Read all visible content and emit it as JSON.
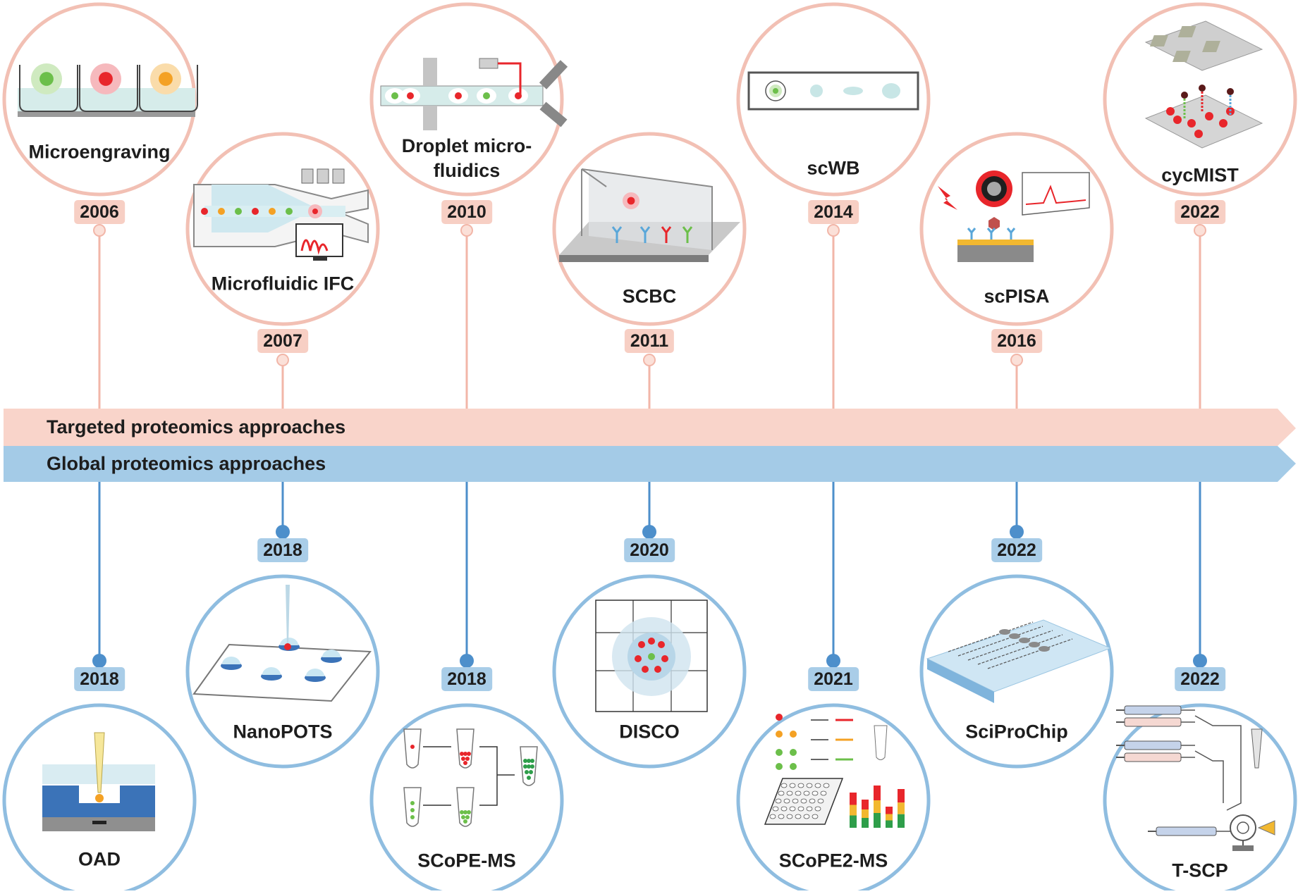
{
  "bands": {
    "targeted_label": "Targeted proteomics approaches",
    "global_label": "Global proteomics approaches",
    "targeted_color": "#f9d4ca",
    "global_color": "#a4cbe7"
  },
  "colors": {
    "targeted_ring": "#f2c0b4",
    "global_ring": "#8fbde0",
    "targeted_line": "#f2b6a8",
    "global_line": "#4d8fcb"
  },
  "targeted": [
    {
      "label": "Microengraving",
      "year": "2006",
      "icon": "microwell-icon"
    },
    {
      "label": "Microfluidic IFC",
      "year": "2007",
      "icon": "flow-cytometry-chip-icon"
    },
    {
      "label": "Droplet micro-\nfluidics",
      "year": "2010",
      "icon": "droplet-channel-icon"
    },
    {
      "label": "SCBC",
      "year": "2011",
      "icon": "barcode-chamber-icon"
    },
    {
      "label": "scWB",
      "year": "2014",
      "icon": "western-blot-gel-icon"
    },
    {
      "label": "scPISA",
      "year": "2016",
      "icon": "plasmonic-sensor-icon"
    },
    {
      "label": "cycMIST",
      "year": "2022",
      "icon": "cyclic-array-icon"
    }
  ],
  "global": [
    {
      "label": "OAD",
      "year": "2018",
      "icon": "oil-air-droplet-icon"
    },
    {
      "label": "NanoPOTS",
      "year": "2018",
      "icon": "nanowell-chip-icon"
    },
    {
      "label": "SCoPE-MS",
      "year": "2018",
      "icon": "pooled-tubes-icon"
    },
    {
      "label": "DISCO",
      "year": "2020",
      "icon": "digital-isolation-grid-icon"
    },
    {
      "label": "SCoPE2-MS",
      "year": "2021",
      "icon": "multiplex-plate-icon"
    },
    {
      "label": "SciProChip",
      "year": "2022",
      "icon": "microfluidic-chip-icon"
    },
    {
      "label": "T-SCP",
      "year": "2022",
      "icon": "syringe-pump-icon"
    }
  ]
}
